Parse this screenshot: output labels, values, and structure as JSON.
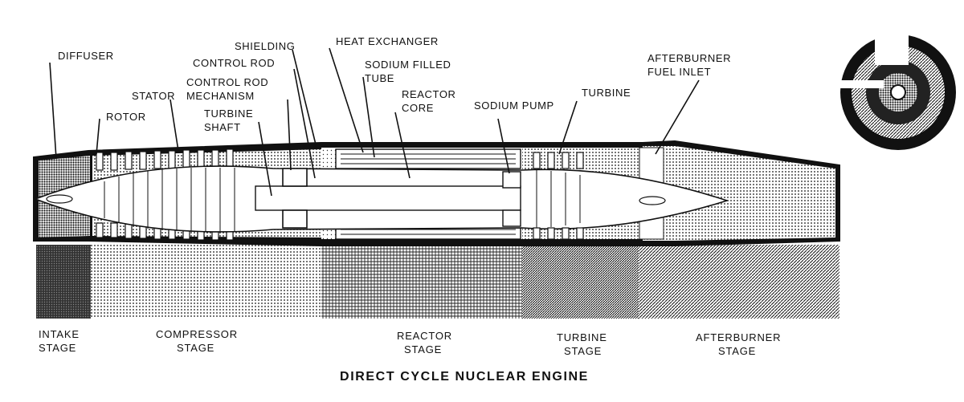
{
  "title": "DIRECT CYCLE NUCLEAR ENGINE",
  "callouts": {
    "diffuser": "DIFFUSER",
    "rotor": "ROTOR",
    "stator": "STATOR",
    "control_rod_mechanism_1": "CONTROL ROD",
    "control_rod_mechanism_2": "MECHANISM",
    "turbine_shaft_1": "TURBINE",
    "turbine_shaft_2": "SHAFT",
    "shielding": "SHIELDING",
    "control_rod": "CONTROL ROD",
    "heat_exchanger": "HEAT EXCHANGER",
    "sodium_filled_tube_1": "SODIUM FILLED",
    "sodium_filled_tube_2": "TUBE",
    "reactor_core_1": "REACTOR",
    "reactor_core_2": "CORE",
    "sodium_pump": "SODIUM PUMP",
    "turbine": "TURBINE",
    "afterburner_fuel_inlet_1": "AFTERBURNER",
    "afterburner_fuel_inlet_2": "FUEL INLET"
  },
  "stages": [
    {
      "line1": "INTAKE",
      "line2": "STAGE"
    },
    {
      "line1": "COMPRESSOR",
      "line2": "STAGE"
    },
    {
      "line1": "REACTOR",
      "line2": "STAGE"
    },
    {
      "line1": "TURBINE",
      "line2": "STAGE"
    },
    {
      "line1": "AFTERBURNER",
      "line2": "STAGE"
    }
  ]
}
